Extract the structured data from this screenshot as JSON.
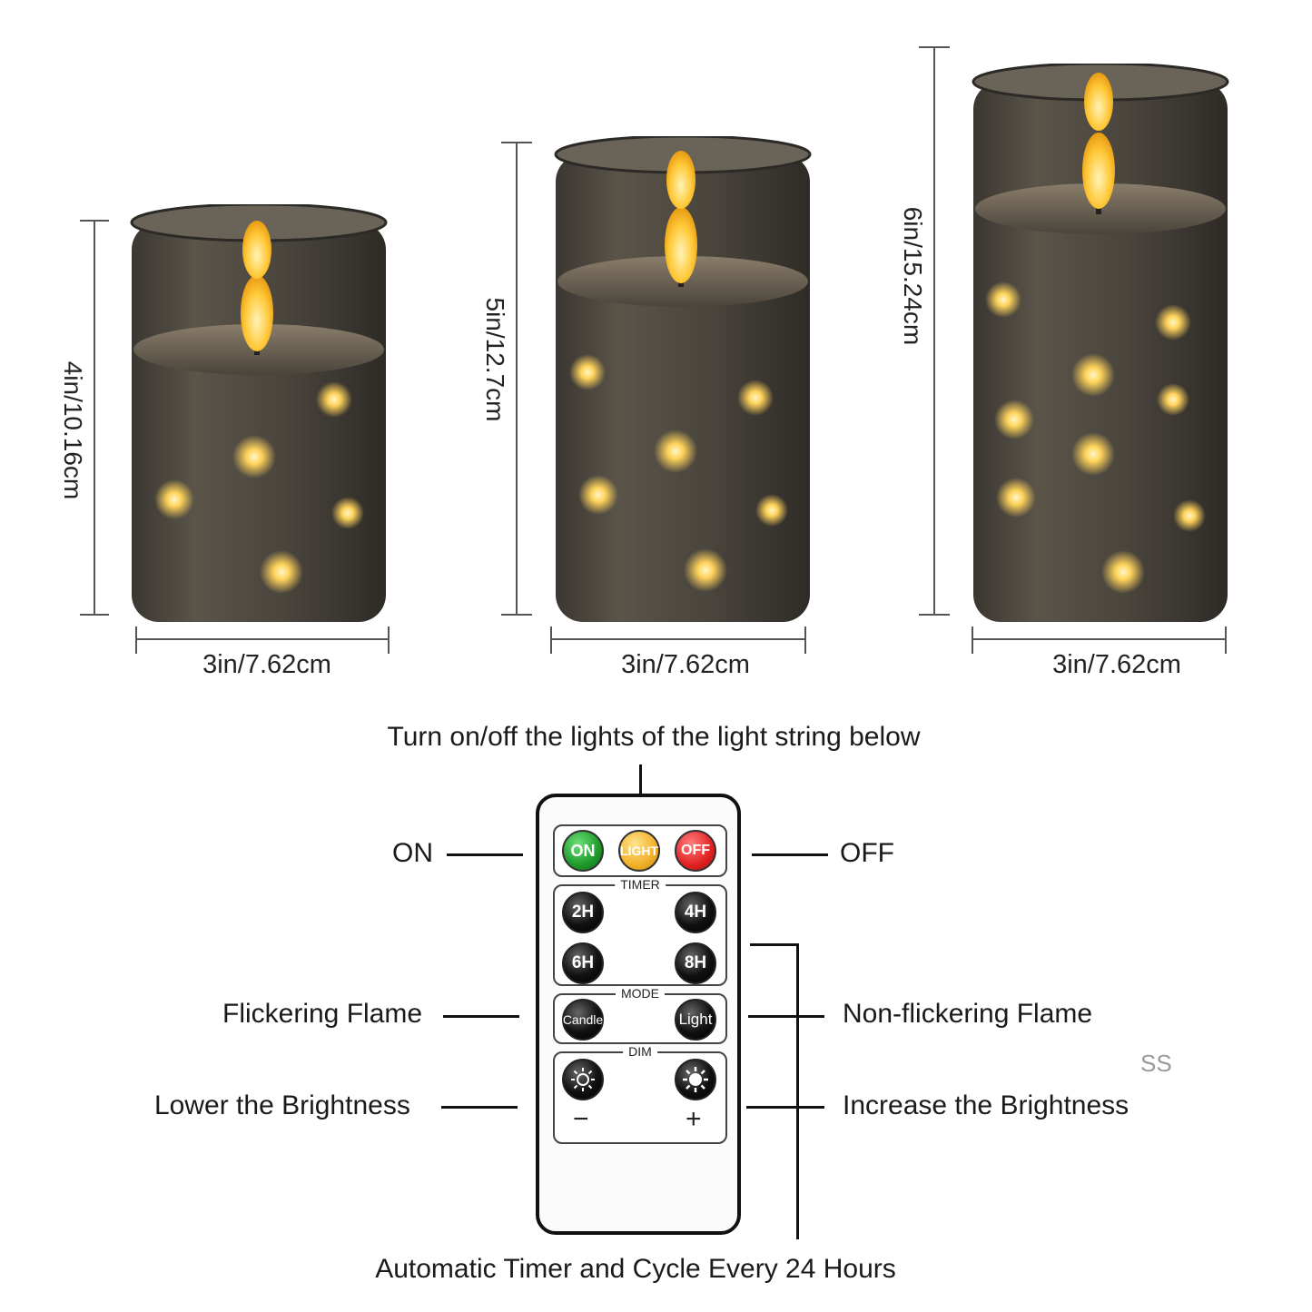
{
  "candles": [
    {
      "height_label": "4in/10.16cm",
      "width_label": "3in/7.62cm"
    },
    {
      "height_label": "5in/12.7cm",
      "width_label": "3in/7.62cm"
    },
    {
      "height_label": "6in/15.24cm",
      "width_label": "3in/7.62cm"
    }
  ],
  "remote": {
    "top_note": "Turn on/off the lights of the light string below",
    "bottom_note": "Automatic Timer and Cycle Every 24 Hours",
    "labels": {
      "on": "ON",
      "off": "OFF",
      "flicker": "Flickering Flame",
      "nonflicker": "Non-flickering Flame",
      "lower": "Lower the Brightness",
      "increase": "Increase the Brightness"
    },
    "buttons": {
      "on": "ON",
      "light": "LIGHT",
      "off": "OFF",
      "h2": "2H",
      "h4": "4H",
      "h6": "6H",
      "h8": "8H",
      "candle": "Candle",
      "light_mode": "Light"
    },
    "sections": {
      "timer": "TIMER",
      "mode": "MODE",
      "dim": "DIM"
    },
    "signs": {
      "minus": "−",
      "plus": "+"
    }
  },
  "watermark": "SS",
  "colors": {
    "on_button": "#1e9a2a",
    "light_button": "#f2b12a",
    "off_button": "#e22222",
    "glass": "#4a4640",
    "flame": "#ffd35a"
  }
}
